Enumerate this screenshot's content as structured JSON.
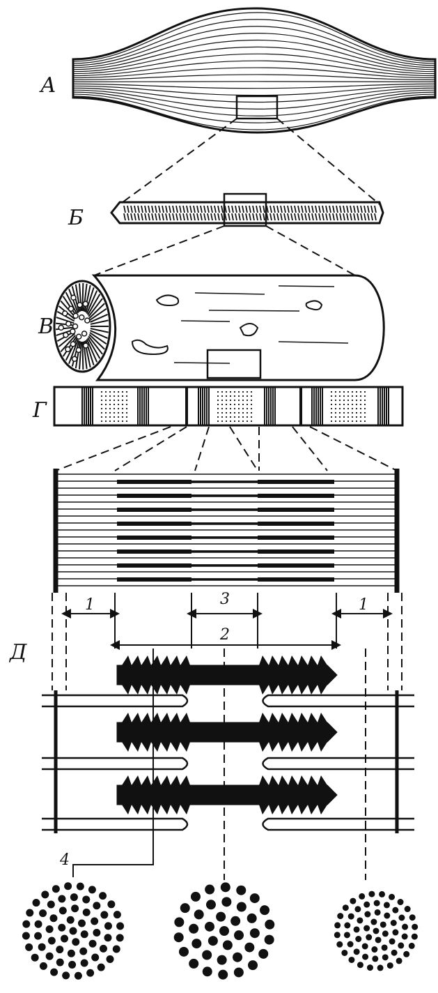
{
  "labels": {
    "A": "А",
    "B": "Б",
    "V": "В",
    "G": "Г",
    "D": "Д"
  },
  "dimensions": {
    "d1_left": "1",
    "d3": "3",
    "d2": "2",
    "d1_right": "1",
    "d4": "4"
  },
  "colors": {
    "ink": "#111111",
    "paper": "#ffffff"
  }
}
